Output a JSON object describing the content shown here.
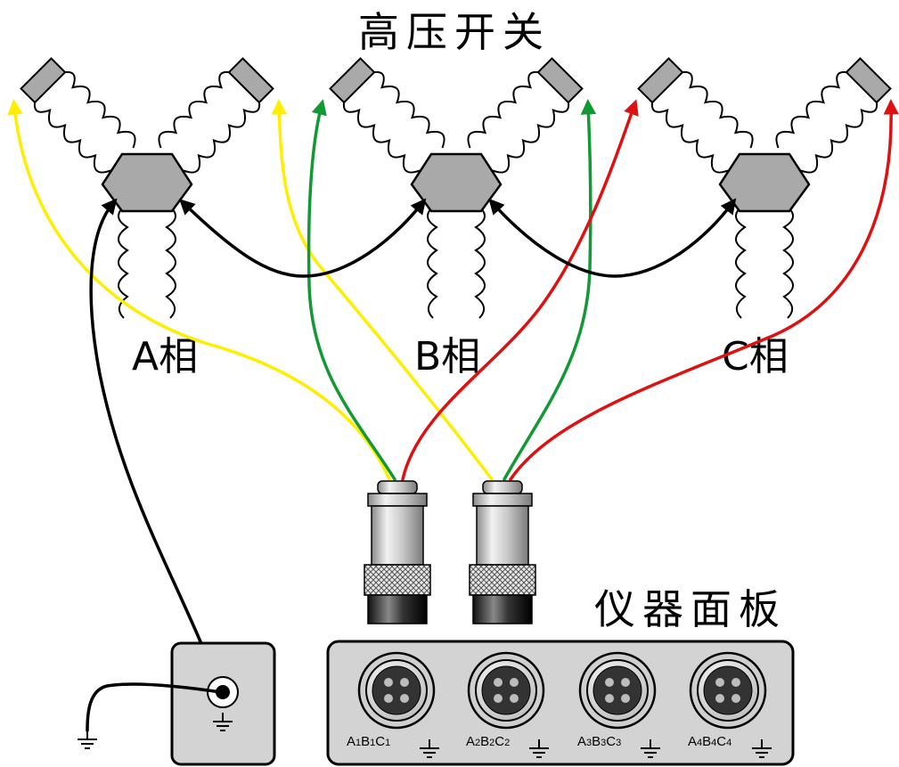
{
  "title": "高压开关",
  "panel_title": "仪器面板",
  "phases": [
    {
      "label": "A相"
    },
    {
      "label": "B相"
    },
    {
      "label": "C相"
    }
  ],
  "ports": [
    {
      "a": "A",
      "an": "1",
      "b": "B",
      "bn": "1",
      "c": "C",
      "cn": "1"
    },
    {
      "a": "A",
      "an": "2",
      "b": "B",
      "bn": "2",
      "c": "C",
      "cn": "2"
    },
    {
      "a": "A",
      "an": "3",
      "b": "B",
      "bn": "3",
      "c": "C",
      "cn": "3"
    },
    {
      "a": "A",
      "an": "4",
      "b": "B",
      "bn": "4",
      "c": "C",
      "cn": "4"
    }
  ],
  "colors": {
    "yellow_wire": "#ffee00",
    "green_wire": "#119933",
    "red_wire": "#dd1111",
    "black_wire": "#000000",
    "metal": "#a9a9a9",
    "panel": "#d3d3d3"
  },
  "icons": [
    "ground-icon",
    "arrow-icon",
    "connector-icon"
  ]
}
